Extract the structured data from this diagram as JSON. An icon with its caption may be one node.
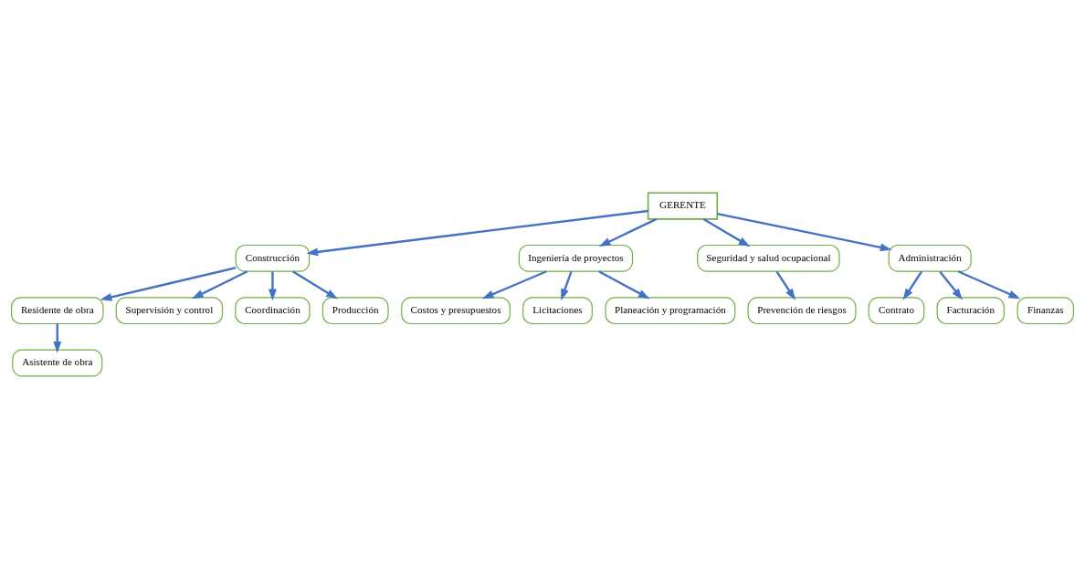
{
  "diagram": {
    "nodes": [
      {
        "text": [
          "GERENTE"
        ]
      },
      {
        "text": [
          "Construcción"
        ]
      },
      {
        "text": [
          "Ingeniería de proyectos"
        ]
      },
      {
        "text": [
          "Seguridad y salud ocupacional"
        ]
      },
      {
        "text": [
          "Administración"
        ]
      },
      {
        "text": [
          "Residente de obra"
        ]
      },
      {
        "text": [
          "Asistente de obra"
        ]
      },
      {
        "text": [
          "Supervisión y control"
        ]
      },
      {
        "text": [
          "Coordinación"
        ]
      },
      {
        "text": [
          "Producción"
        ]
      },
      {
        "text": [
          "Costos y presupuestos"
        ]
      },
      {
        "text": [
          "Licitaciones"
        ]
      },
      {
        "text": [
          "Planeación y programación"
        ]
      },
      {
        "text": [
          "Prevención de riesgos"
        ]
      },
      {
        "text": [
          "Contrato"
        ]
      },
      {
        "text": [
          "Facturación"
        ]
      },
      {
        "text": [
          "Finanzas"
        ]
      }
    ],
    "edges": [
      {
        "from": 0,
        "to": 1,
        "arrow": "to"
      },
      {
        "from": 0,
        "to": 2,
        "arrow": "to"
      },
      {
        "from": 0,
        "to": 3,
        "arrow": "to"
      },
      {
        "from": 0,
        "to": 4,
        "arrow": "to"
      },
      {
        "from": 1,
        "to": 5,
        "arrow": "to"
      },
      {
        "from": 5,
        "to": 6,
        "arrow": "to"
      },
      {
        "from": 1,
        "to": 7,
        "arrow": "to"
      },
      {
        "from": 1,
        "to": 8,
        "arrow": "to"
      },
      {
        "from": 1,
        "to": 9,
        "arrow": "to"
      },
      {
        "from": 2,
        "to": 10,
        "arrow": "to"
      },
      {
        "from": 2,
        "to": 11,
        "arrow": "to"
      },
      {
        "from": 2,
        "to": 12,
        "arrow": "to"
      },
      {
        "from": 3,
        "to": 13,
        "arrow": "to"
      },
      {
        "from": 4,
        "to": 14,
        "arrow": "to"
      },
      {
        "from": 4,
        "to": 15,
        "arrow": "to"
      },
      {
        "from": 4,
        "to": 16,
        "arrow": "to"
      }
    ]
  }
}
